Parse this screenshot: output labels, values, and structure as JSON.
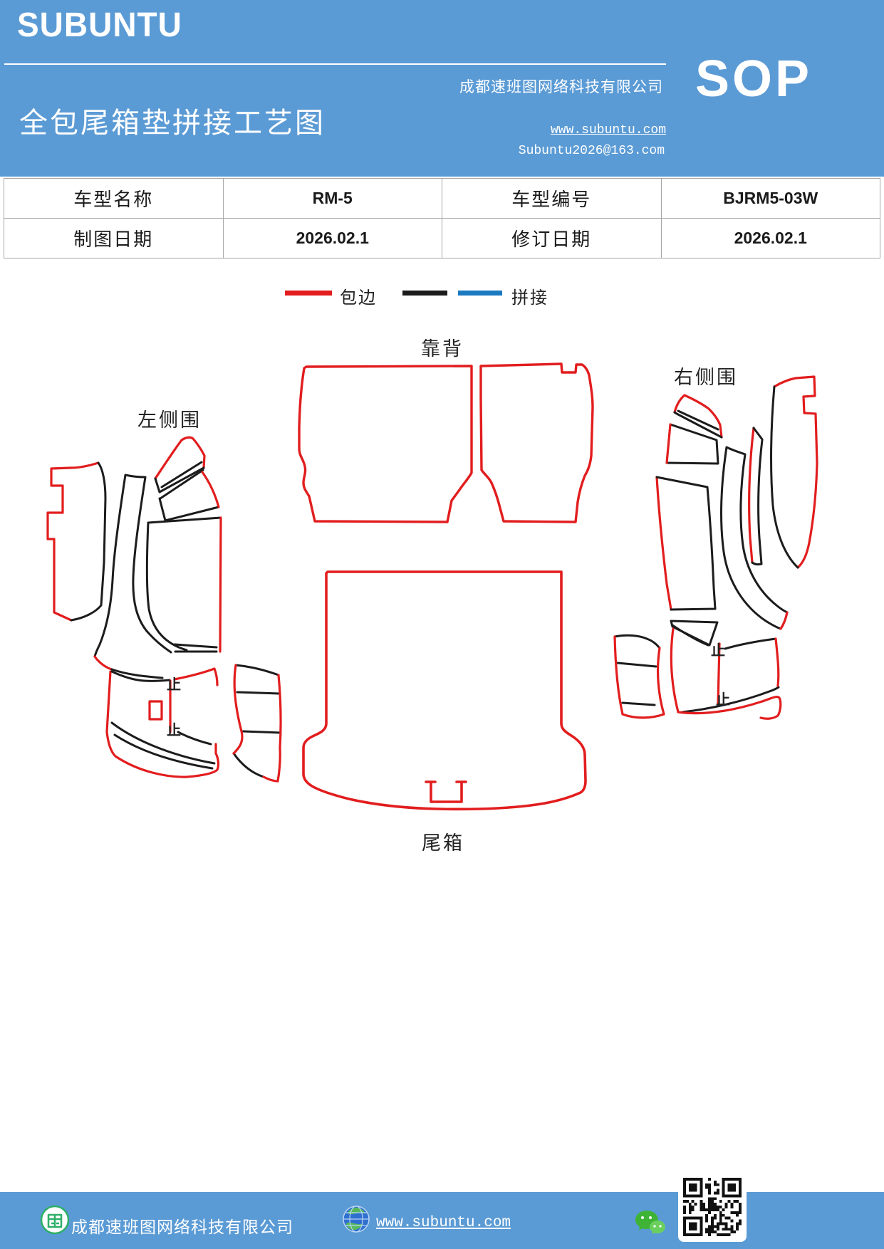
{
  "header": {
    "brand": "SUBUNTU",
    "title": "全包尾箱垫拼接工艺图",
    "company": "成都速班图网络科技有限公司",
    "website": "www.subuntu.com",
    "email": "Subuntu2026@163.com",
    "doc_type": "SOP",
    "band_color": "#5B9BD5"
  },
  "info_table": {
    "rows": [
      [
        "车型名称",
        "RM-5",
        "车型编号",
        "BJRM5-03W"
      ],
      [
        "制图日期",
        "2026.02.1",
        "修订日期",
        "2026.02.1"
      ]
    ]
  },
  "legend": {
    "items": [
      {
        "label": "包边",
        "colors": [
          "#E21D1E"
        ]
      },
      {
        "label": "拼接",
        "colors": [
          "#1C1C1C",
          "#1B79C0"
        ]
      }
    ]
  },
  "diagram": {
    "labels": {
      "backrest": "靠背",
      "left_side": "左侧围",
      "right_side": "右侧围",
      "trunk": "尾箱"
    },
    "stop_mark": "止",
    "colors": {
      "edge_red": "#E21D1E",
      "stitch_black": "#1C1C1C"
    }
  },
  "footer": {
    "company": "成都速班图网络科技有限公司",
    "website": "www.subuntu.com"
  }
}
